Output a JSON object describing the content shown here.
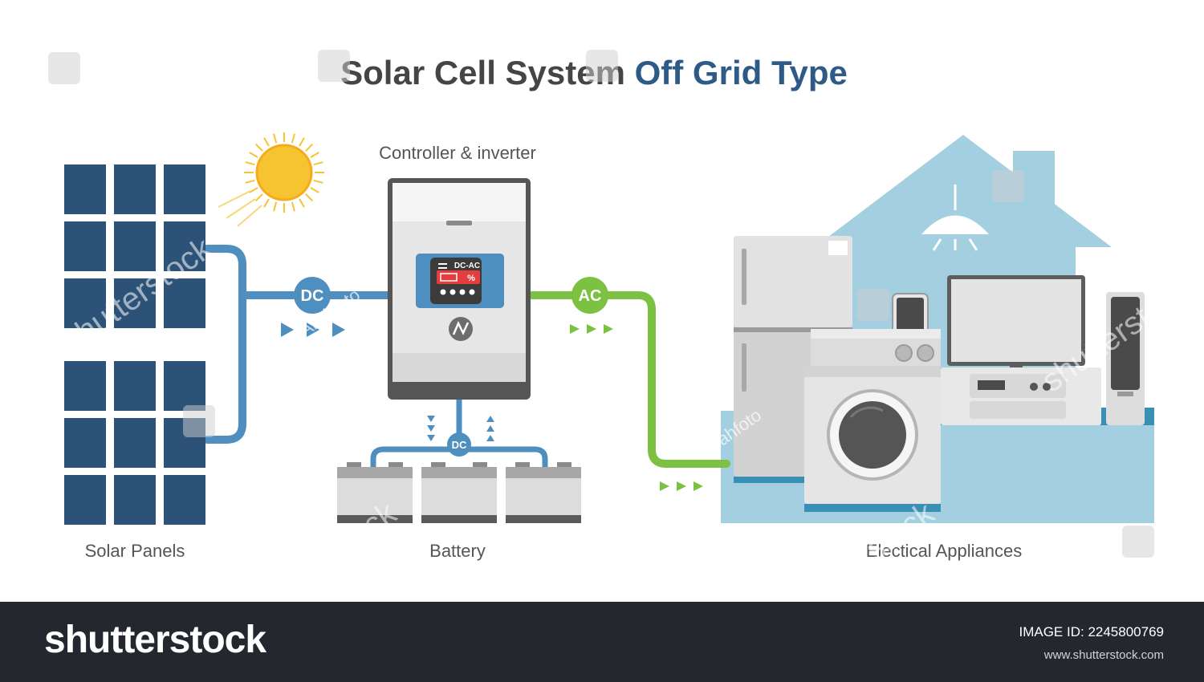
{
  "title": {
    "part1": "Solar Cell System ",
    "part2": "Off Grid Type"
  },
  "labels": {
    "solar_panels": "Solar Panels",
    "controller": "Controller & inverter",
    "battery": "Battery",
    "appliances": "Electical Appliances"
  },
  "badges": {
    "dc_main": "DC",
    "ac": "AC",
    "dc_battery": "DC"
  },
  "inverter_display": {
    "mode": "DC-AC",
    "percent": "%"
  },
  "watermarks": {
    "brand": "shutterstock",
    "author": "Allahfoto"
  },
  "footer": {
    "brand": "shutterstock",
    "image_id": "IMAGE ID: 2245800769",
    "site": "www.shutterstock.com"
  },
  "colors": {
    "panel": "#2c5278",
    "dc_line": "#4f8fc0",
    "ac_line": "#7dc142",
    "house": "#a3cfe0",
    "title_dark": "#454545",
    "title_accent": "#2d5a86",
    "sun": "#f7c431"
  }
}
